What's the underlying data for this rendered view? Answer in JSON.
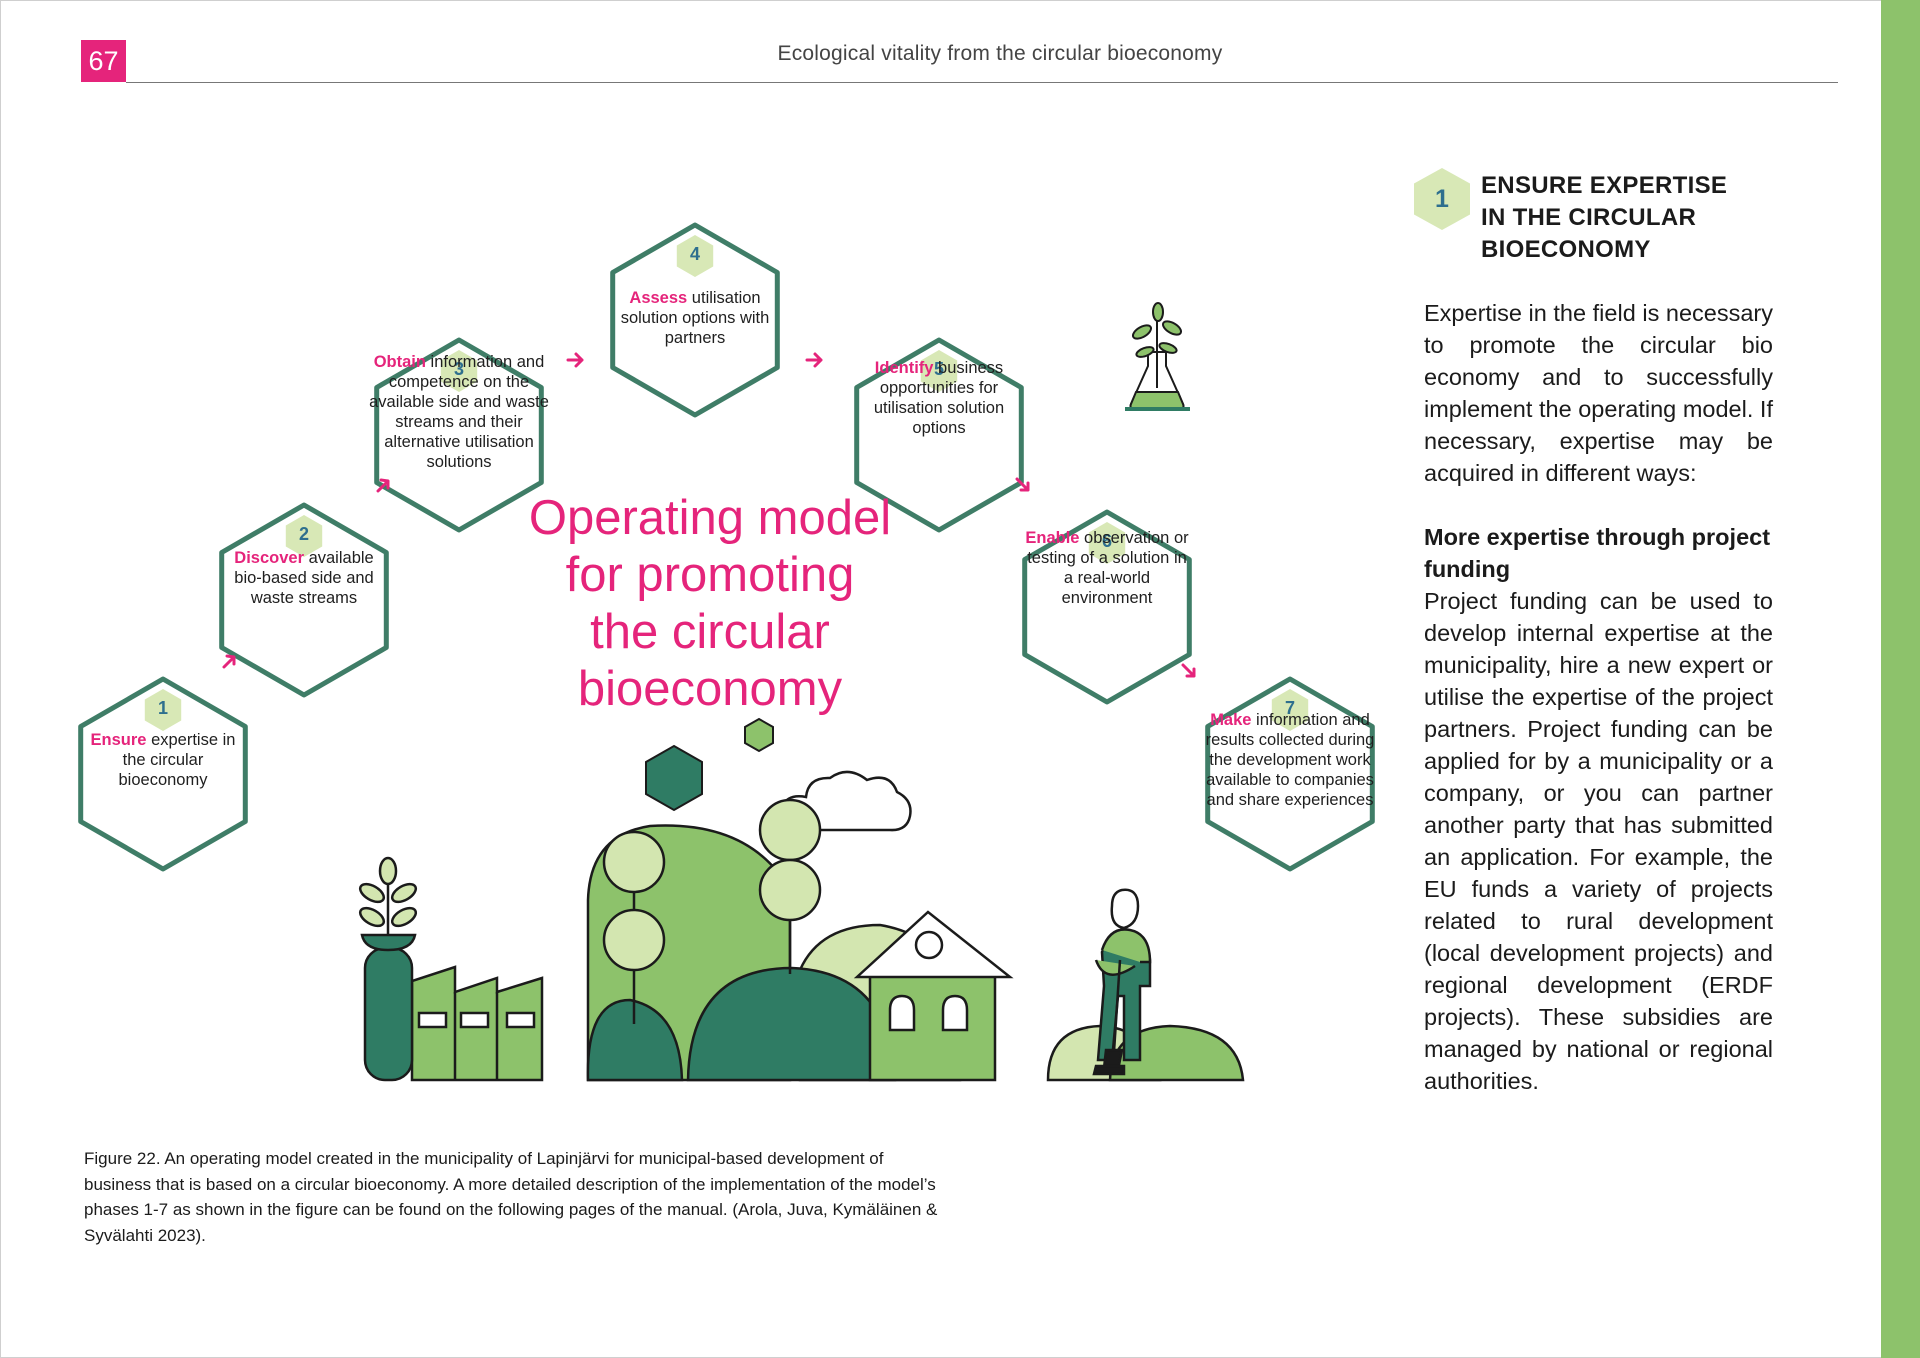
{
  "header": {
    "page_number": "67",
    "running_title": "Ecological vitality from the circular bioeconomy"
  },
  "figure": {
    "title_lines": [
      "Operating model",
      "for promoting",
      "the circular",
      "bioeconomy"
    ],
    "phases": [
      {
        "number": "1",
        "keyword": "Ensure",
        "rest": " expertise in the circular bioeconomy"
      },
      {
        "number": "2",
        "keyword": "Discover",
        "rest": " available bio-based side and waste streams"
      },
      {
        "number": "3",
        "keyword": "Obtain",
        "rest": " information and competence on the available side and waste streams and their alternative utilisation solutions"
      },
      {
        "number": "4",
        "keyword": "Assess",
        "rest": " utilisation solution options with partners"
      },
      {
        "number": "5",
        "keyword": "Identify",
        "rest": " business opportunities for utilisation solution options"
      },
      {
        "number": "6",
        "keyword": "Enable",
        "rest": " observation or testing of a solution in a real-world environment"
      },
      {
        "number": "7",
        "keyword": "Make",
        "rest": " information and results collected during the development work available to companies and share experiences"
      }
    ],
    "colors": {
      "hex_border": "#3f7d67",
      "badge": "#d8e8b6",
      "accent": "#e5247b",
      "dark_green": "#2f7c64",
      "mid_green": "#8dc26b",
      "light_green": "#d3e6b0"
    },
    "icons": [
      "arrow-icon",
      "plant-flask-icon",
      "factory-illustration",
      "tree-illustration",
      "house-illustration",
      "cloud-illustration",
      "gardener-illustration"
    ]
  },
  "caption": "Figure 22. An operating model created in the municipality of Lapinjärvi for municipal-based development of business that is based on a circular bioeconomy. A more detailed description of the implementation of the model’s phases 1-7 as shown in the figure can be found on the following pages of the manual. (Arola, Juva, Kymäläinen & Syvälahti 2023).",
  "sidebar": {
    "number": "1",
    "heading": "ENSURE EXPERTISE IN THE CIRCULAR BIOECONOMY",
    "intro": "Expertise in the field is necessary to promote the circular bio economy and to successfully implement the operating model. If necessary, expertise may be acquired in different ways:",
    "subheading": "More expertise through project funding",
    "body": "Project funding can be used to develop internal expertise at the municipality, hire a new expert or utilise the expertise of the project partners. Project funding can be applied for by a municipality or a company, or you can partner another party that has submitted an application. For example, the EU funds a variety of projects related to rural development (local development projects) and regional development (ERDF projects). These subsidies are managed by national or regional authorities."
  }
}
